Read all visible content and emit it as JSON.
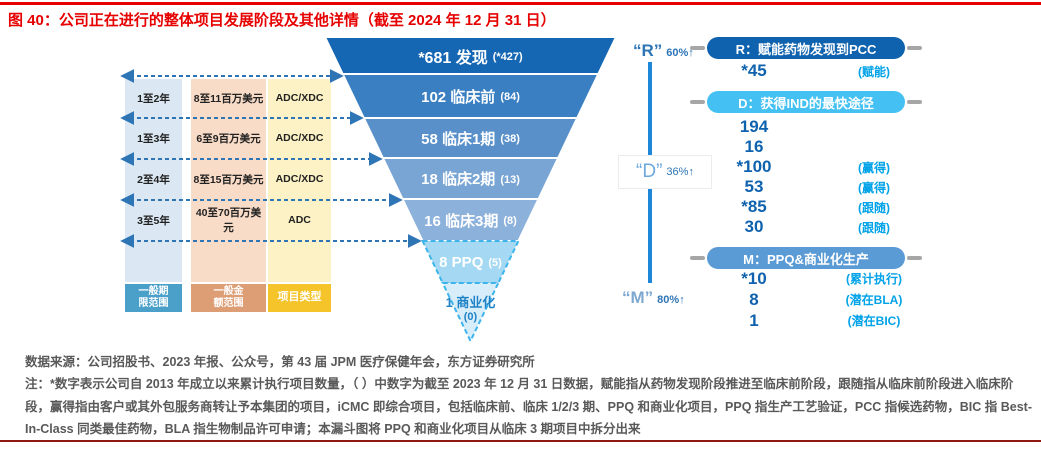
{
  "title": "图 40：公司正在进行的整体项目发展阶段及其他详情（截至 2024 年 12 月 31 日）",
  "left_panel": {
    "columns": [
      {
        "footer": "一般期\n限范围",
        "cells": [
          "1至2年",
          "1至3年",
          "2至4年",
          "3至5年"
        ]
      },
      {
        "footer": "一般金\n额范围",
        "cells": [
          "8至11百万美元",
          "6至9百万美元",
          "8至15百万美元",
          "40至70百万美元"
        ]
      },
      {
        "footer": "项目类型",
        "cells": [
          "ADC/XDC",
          "ADC/XDC",
          "ADC/XDC",
          "ADC"
        ]
      }
    ]
  },
  "funnel": {
    "layers": [
      {
        "main": "*681 发现",
        "paren": "(*427)"
      },
      {
        "main": "102 临床前",
        "paren": "(84)"
      },
      {
        "main": "58 临床1期",
        "paren": "(38)"
      },
      {
        "main": "18 临床2期",
        "paren": "(13)"
      },
      {
        "main": "16 临床3期",
        "paren": "(8)"
      },
      {
        "main": "8 PPQ",
        "paren": "(5)"
      },
      {
        "main": "1 商业化",
        "paren": "(0)"
      }
    ]
  },
  "right_panel": {
    "r": {
      "letter": "“R”",
      "pct": "60%↑",
      "pill": "R：赋能药物发现到PCC",
      "rows": [
        {
          "num": "*45",
          "label": "(赋能)"
        }
      ]
    },
    "d": {
      "letter": "“D”",
      "pct": "36%↑",
      "pill": "D：获得IND的最快途径",
      "rows": [
        {
          "num": "194",
          "label": ""
        },
        {
          "num": "16",
          "label": ""
        },
        {
          "num": "*100",
          "label": "(赢得)"
        },
        {
          "num": "53",
          "label": "(赢得)"
        },
        {
          "num": "*85",
          "label": "(跟随)"
        },
        {
          "num": "30",
          "label": "(跟随)"
        }
      ]
    },
    "m": {
      "letter": "“M”",
      "pct": "80%↑",
      "pill": "M：PPQ&商业化生产",
      "rows": [
        {
          "num": "*10",
          "label": "(累计执行)"
        },
        {
          "num": "8",
          "label": "(潜在BLA)"
        },
        {
          "num": "1",
          "label": "(潜在BIC)"
        }
      ]
    }
  },
  "source": "数据来源：公司招股书、2023 年报、公众号，第 43 届 JPM 医疗保健年会，东方证券研究所",
  "note": "注：*数字表示公司自 2013 年成立以来累计执行项目数量，（ ）中数字为截至 2023 年 12 月 31 日数据，赋能指从药物发现阶段推进至临床前阶段，跟随指从临床前阶段进入临床阶段，赢得指由客户或其外包服务商转让予本集团的项目，iCMC 即综合项目，包括临床前、临床 1/2/3 期、PPQ 和商业化项目，PPQ 指生产工艺验证，PCC 指候选药物，BIC 指 Best-In-Class 同类最佳药物，BLA 指生物制品许可申请；本漏斗图将 PPQ 和商业化项目从临床 3 期项目中拆分出来",
  "colors": {
    "accent_red": "#e60000",
    "funnel_top_blue": "#1667b3",
    "funnel_bottom_blue": "#d8edfa",
    "dashed_cyan": "#3db5ec",
    "number_blue": "#0f62ae",
    "tag_cyan": "#00a2e8",
    "pill_r": "#0f62ae",
    "pill_d": "#44c1f2",
    "pill_m": "#5b9bd5"
  },
  "chart_data": {
    "type": "funnel",
    "title": "公司正在进行的整体项目发展阶段及其他详情（截至 2024 年 12 月 31 日）",
    "value_note": "*号数字为 2013 年成立以来累计执行项目数量；括号内数字为截至 2023 年 12 月 31 日数据",
    "stages": [
      {
        "name": "发现",
        "value_2024": "*681",
        "value_2023": "*427"
      },
      {
        "name": "临床前",
        "value_2024": 102,
        "value_2023": 84,
        "duration": "1至2年",
        "amount": "8至11百万美元",
        "project_type": "ADC/XDC"
      },
      {
        "name": "临床1期",
        "value_2024": 58,
        "value_2023": 38,
        "duration": "1至3年",
        "amount": "6至9百万美元",
        "project_type": "ADC/XDC"
      },
      {
        "name": "临床2期",
        "value_2024": 18,
        "value_2023": 13,
        "duration": "2至4年",
        "amount": "8至15百万美元",
        "project_type": "ADC/XDC"
      },
      {
        "name": "临床3期",
        "value_2024": 16,
        "value_2023": 8,
        "duration": "3至5年",
        "amount": "40至70百万美元",
        "project_type": "ADC"
      },
      {
        "name": "PPQ",
        "value_2024": 8,
        "value_2023": 5
      },
      {
        "name": "商业化",
        "value_2024": 1,
        "value_2023": 0
      }
    ],
    "annotations": [
      {
        "letter": "R",
        "pct": "60%↑",
        "label": "R：赋能药物发现到PCC",
        "values": [
          {
            "num": "*45",
            "tag": "赋能"
          }
        ]
      },
      {
        "letter": "D",
        "pct": "36%↑",
        "label": "D：获得IND的最快途径",
        "values": [
          {
            "num": 194
          },
          {
            "num": 16
          },
          {
            "num": "*100",
            "tag": "赢得"
          },
          {
            "num": 53,
            "tag": "赢得"
          },
          {
            "num": "*85",
            "tag": "跟随"
          },
          {
            "num": 30,
            "tag": "跟随"
          }
        ]
      },
      {
        "letter": "M",
        "pct": "80%↑",
        "label": "M：PPQ&商业化生产",
        "values": [
          {
            "num": "*10",
            "tag": "累计执行"
          },
          {
            "num": 8,
            "tag": "潜在BLA"
          },
          {
            "num": 1,
            "tag": "潜在BIC"
          }
        ]
      }
    ],
    "legend_columns": [
      "一般期限范围",
      "一般金额范围",
      "项目类型"
    ]
  }
}
